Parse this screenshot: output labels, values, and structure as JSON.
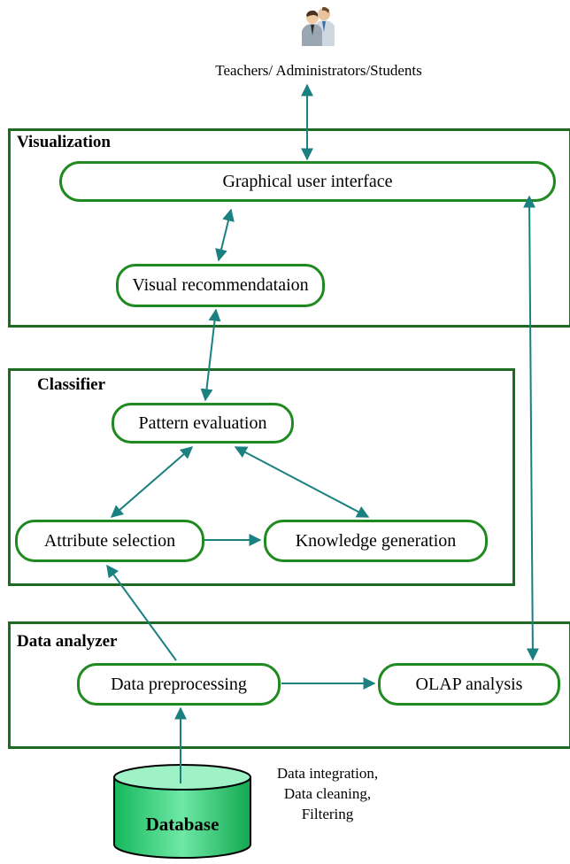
{
  "users": {
    "label": "Teachers/ Administrators/Students",
    "icon": "users-icon"
  },
  "sections": {
    "visualization": {
      "title": "Visualization"
    },
    "classifier": {
      "title": "Classifier"
    },
    "data_analyzer": {
      "title": "Data analyzer"
    }
  },
  "nodes": {
    "gui": "Graphical user interface",
    "visual_rec": "Visual recommendataion",
    "pattern_eval": "Pattern evaluation",
    "attribute_sel": "Attribute selection",
    "knowledge_gen": "Knowledge generation",
    "data_prep": "Data preprocessing",
    "olap": "OLAP analysis"
  },
  "database": {
    "label": "Database"
  },
  "preprocessing_notes": {
    "line1": "Data integration,",
    "line2": "Data cleaning,",
    "line3": "Filtering"
  },
  "colors": {
    "arrow": "#1a8080",
    "node_border": "#1f8a1f",
    "section_border": "#1d6b22",
    "db_fill": "#2ecc71"
  }
}
